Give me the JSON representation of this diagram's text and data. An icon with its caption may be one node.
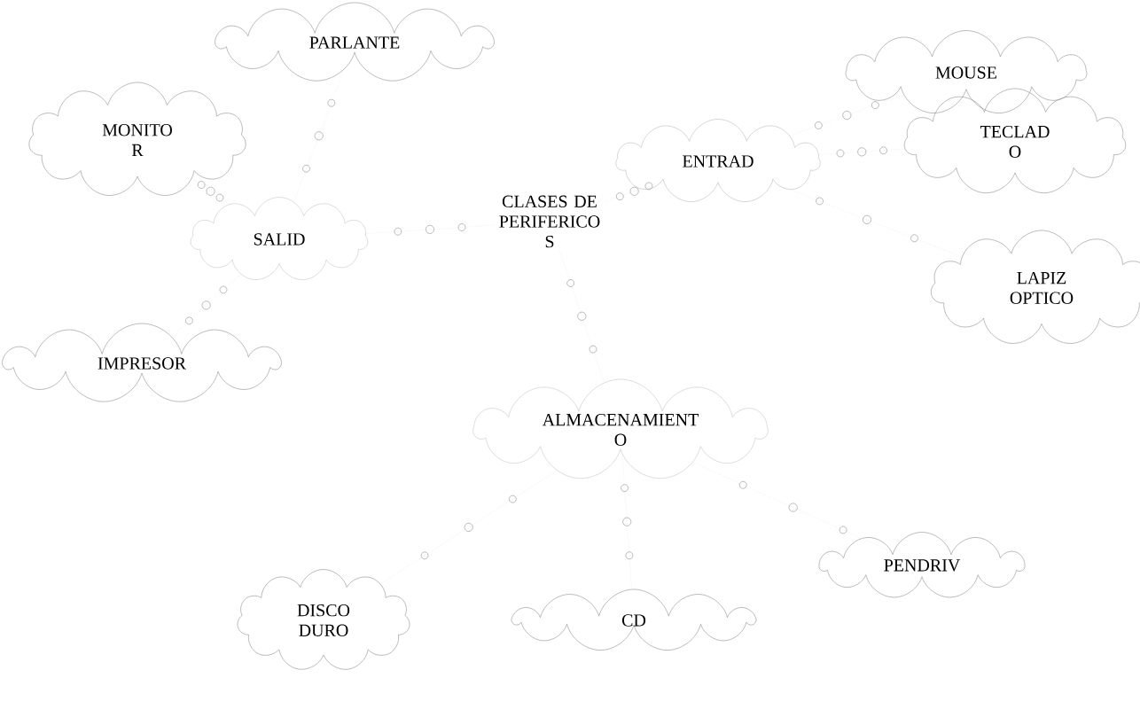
{
  "diagram": {
    "nodes": [
      {
        "text": [
          "PARLANTE"
        ]
      },
      {
        "text": [
          "MOUSE"
        ]
      },
      {
        "text": [
          "MONITO R"
        ]
      },
      {
        "text": [
          "TECLAD O"
        ]
      },
      {
        "text": [
          "ENTRAD"
        ]
      },
      {
        "text": [
          "SALID"
        ]
      },
      {
        "text": [
          "CLASES DE PERIFERICO S"
        ]
      },
      {
        "text": [
          "LAPIZ OPTICO"
        ]
      },
      {
        "text": [
          "IMPRESOR"
        ]
      },
      {
        "text": [
          "ALMACENAMIENT O"
        ]
      },
      {
        "text": [
          "PENDRIV"
        ]
      },
      {
        "text": [
          "CD"
        ]
      },
      {
        "text": [
          "DISCO DURO"
        ]
      }
    ],
    "edges": [
      {
        "from": 6,
        "to": 5,
        "arrow": "none"
      },
      {
        "from": 5,
        "to": 2,
        "arrow": "none"
      },
      {
        "from": 5,
        "to": 0,
        "arrow": "none"
      },
      {
        "from": 5,
        "to": 8,
        "arrow": "none"
      },
      {
        "from": 6,
        "to": 4,
        "arrow": "none"
      },
      {
        "from": 4,
        "to": 1,
        "arrow": "none"
      },
      {
        "from": 4,
        "to": 3,
        "arrow": "none"
      },
      {
        "from": 4,
        "to": 7,
        "arrow": "none"
      },
      {
        "from": 6,
        "to": 9,
        "arrow": "none"
      },
      {
        "from": 9,
        "to": 12,
        "arrow": "none"
      },
      {
        "from": 9,
        "to": 11,
        "arrow": "none"
      },
      {
        "from": 9,
        "to": 10,
        "arrow": "none"
      }
    ]
  }
}
